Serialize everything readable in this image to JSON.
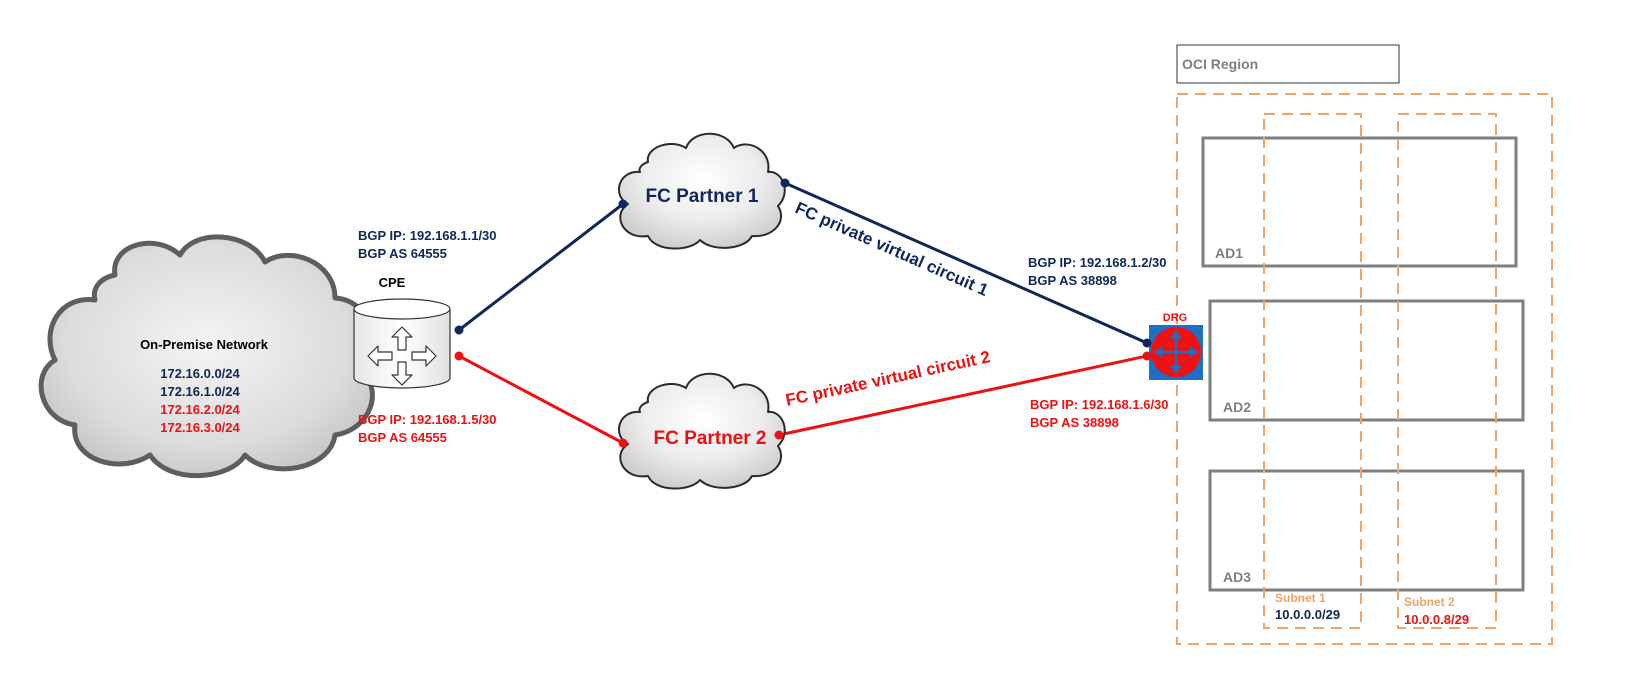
{
  "colors": {
    "navy": "#10275b",
    "red": "#ee1111",
    "orange": "#f4a261",
    "grey": "#7f7f7f",
    "drg_blue": "#1f6fc5"
  },
  "onprem": {
    "label": "On-Premise Network",
    "subnets": [
      "172.16.0.0/24",
      "172.16.1.0/24",
      "172.16.2.0/24",
      "172.16.3.0/24"
    ]
  },
  "cpe": {
    "label": "CPE",
    "bgp1": {
      "ip": "BGP IP: 192.168.1.1/30",
      "as": "BGP AS 64555"
    },
    "bgp2": {
      "ip": "BGP IP: 192.168.1.5/30",
      "as": "BGP AS 64555"
    }
  },
  "partners": {
    "p1": "FC Partner 1",
    "p2": "FC Partner 2"
  },
  "circuits": {
    "c1": "FC private virtual circuit 1",
    "c2": "FC private virtual circuit 2"
  },
  "drg": {
    "label": "DRG",
    "bgp1": {
      "ip": "BGP IP: 192.168.1.2/30",
      "as": "BGP AS 38898"
    },
    "bgp2": {
      "ip": "BGP IP: 192.168.1.6/30",
      "as": "BGP AS 38898"
    }
  },
  "oci": {
    "region_label": "OCI Region",
    "ads": [
      "AD1",
      "AD2",
      "AD3"
    ],
    "subnets": [
      {
        "name": "Subnet 1",
        "cidr": "10.0.0.0/29"
      },
      {
        "name": "Subnet 2",
        "cidr": "10.0.0.8/29"
      }
    ]
  }
}
